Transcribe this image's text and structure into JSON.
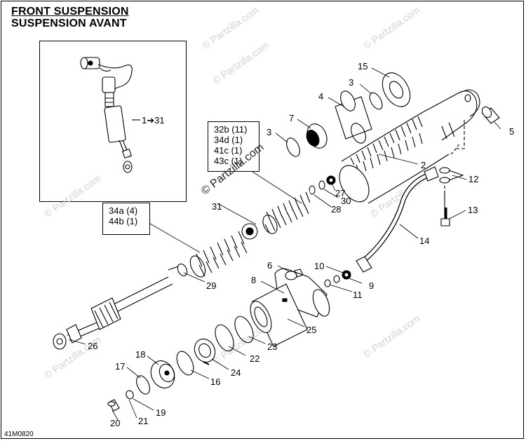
{
  "heading": {
    "line1": "FRONT SUSPENSION",
    "line2": "SUSPENSION AVANT"
  },
  "illustration_code": "41M0820",
  "inset_label": "1➔31",
  "watermark": "© Partzilla.com",
  "notes": {
    "group_a": [
      "32b (11)",
      "34d (1)",
      "41c (1)",
      "43c (1)"
    ],
    "group_b": [
      "34a (4)",
      "44b (1)"
    ]
  },
  "callouts": {
    "p15": "15",
    "p3a": "3",
    "p4": "4",
    "p7": "7",
    "p3b": "3",
    "p5": "5",
    "p2": "2",
    "p12": "12",
    "p27": "27",
    "p30": "30",
    "p28": "28",
    "p13": "13",
    "p31": "31",
    "p14": "14",
    "p6": "6",
    "p10": "10",
    "p9": "9",
    "p8": "8",
    "p11": "11",
    "p29": "29",
    "p25": "25",
    "p26": "26",
    "p23": "23",
    "p22": "22",
    "p24": "24",
    "p18": "18",
    "p16": "16",
    "p17": "17",
    "p19": "19",
    "p20": "20",
    "p21": "21"
  }
}
